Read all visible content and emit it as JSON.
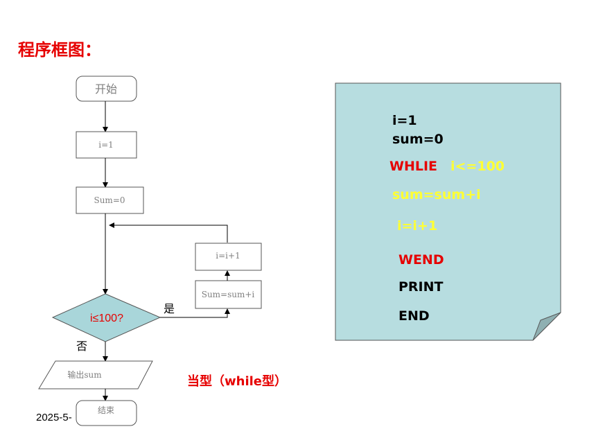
{
  "title": "程序框图：",
  "flowchart": {
    "start_label": "开始",
    "init_i": "i=1",
    "init_sum": "Sum=0",
    "condition": "i≤100?",
    "yes_label": "是",
    "no_label": "否",
    "loop_sum": "Sum=sum+i",
    "loop_inc": "i=i+1",
    "output": "输出sum",
    "end_label": "结束"
  },
  "type_label": "当型（while型）",
  "date": "2025-5-",
  "code": {
    "line1": "i=1",
    "line2": "sum=0",
    "while_keyword": "WHLIE",
    "while_cond": "i<=100",
    "body1": "sum=sum+i",
    "body2": "i=i+1",
    "wend": "WEND",
    "print": "PRINT",
    "end": "END"
  },
  "colors": {
    "title": "#e60000",
    "diamond_fill": "#a9d6da",
    "note_fill": "#b7dde0",
    "keyword_red": "#e60000",
    "body_yellow": "#ffff33"
  }
}
